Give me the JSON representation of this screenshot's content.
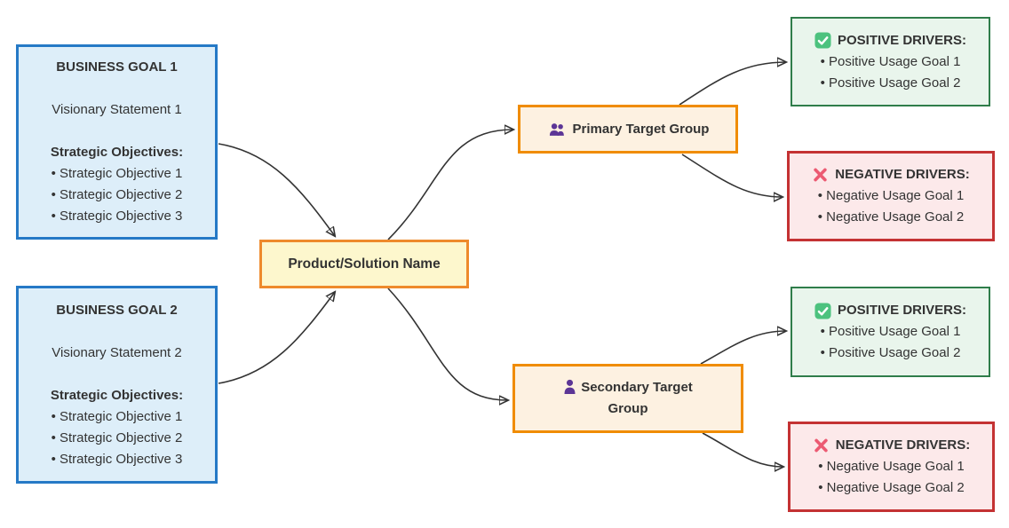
{
  "diagram": {
    "kind": "driver-tree-flowchart",
    "colors": {
      "edge": "#333333",
      "business_goal_border": "#2579c6",
      "business_goal_fill": "#ddeef9",
      "product_border": "#ee8a2c",
      "product_fill": "#fdf7cd",
      "target_group_border": "#f08c00",
      "target_group_fill": "#fdf1e1",
      "positive_border": "#2f7d4a",
      "positive_fill": "#e9f5ec",
      "negative_border": "#c43233",
      "negative_fill": "#fce9ea",
      "person_icon_purple": "#5c3596",
      "check_icon_green": "#4cc27e",
      "cross_icon_pink": "#ec5a72"
    },
    "nodes": {
      "business_goal_1": {
        "title": "BUSINESS GOAL 1",
        "vision": "Visionary Statement 1",
        "objectives_heading": "Strategic Objectives:",
        "objectives": [
          "• Strategic Objective 1",
          "• Strategic Objective 2",
          "• Strategic Objective 3"
        ]
      },
      "business_goal_2": {
        "title": "BUSINESS GOAL 2",
        "vision": "Visionary Statement 2",
        "objectives_heading": "Strategic Objectives:",
        "objectives": [
          "• Strategic Objective 1",
          "• Strategic Objective 2",
          "• Strategic Objective 3"
        ]
      },
      "product": {
        "label": "Product/Solution Name"
      },
      "primary_target_group": {
        "label": "Primary Target Group",
        "icon": "users-icon"
      },
      "secondary_target_group": {
        "label": "Secondary Target Group",
        "icon": "user-icon"
      },
      "primary_positive_drivers": {
        "icon": "check-icon",
        "heading": "POSITIVE DRIVERS:",
        "items": [
          "• Positive Usage Goal 1",
          "• Positive Usage Goal 2"
        ]
      },
      "primary_negative_drivers": {
        "icon": "x-icon",
        "heading": "NEGATIVE DRIVERS:",
        "items": [
          "• Negative Usage Goal 1",
          "• Negative Usage Goal 2"
        ]
      },
      "secondary_positive_drivers": {
        "icon": "check-icon",
        "heading": "POSITIVE DRIVERS:",
        "items": [
          "• Positive Usage Goal 1",
          "• Positive Usage Goal 2"
        ]
      },
      "secondary_negative_drivers": {
        "icon": "x-icon",
        "heading": "NEGATIVE DRIVERS:",
        "items": [
          "• Negative Usage Goal 1",
          "• Negative Usage Goal 2"
        ]
      }
    },
    "edges": [
      {
        "from": "BUSINESS GOAL 1",
        "to": "Product/Solution Name"
      },
      {
        "from": "BUSINESS GOAL 2",
        "to": "Product/Solution Name"
      },
      {
        "from": "Product/Solution Name",
        "to": "Primary Target Group"
      },
      {
        "from": "Product/Solution Name",
        "to": "Secondary Target Group"
      },
      {
        "from": "Primary Target Group",
        "to": "POSITIVE DRIVERS (primary)"
      },
      {
        "from": "Primary Target Group",
        "to": "NEGATIVE DRIVERS (primary)"
      },
      {
        "from": "Secondary Target Group",
        "to": "POSITIVE DRIVERS (secondary)"
      },
      {
        "from": "Secondary Target Group",
        "to": "NEGATIVE DRIVERS (secondary)"
      }
    ]
  }
}
